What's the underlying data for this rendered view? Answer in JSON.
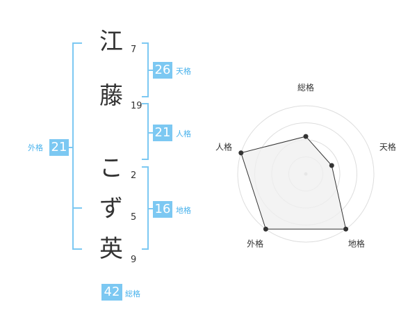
{
  "name": {
    "chars": [
      "江",
      "藤",
      "こ",
      "ず",
      "英"
    ],
    "strokes": [
      "7",
      "19",
      "2",
      "5",
      "9"
    ]
  },
  "fortune": {
    "tenkaku": {
      "value": "26",
      "label": "天格"
    },
    "jinkaku": {
      "value": "21",
      "label": "人格"
    },
    "chikaku": {
      "value": "16",
      "label": "地格"
    },
    "gaikaku": {
      "value": "21",
      "label": "外格"
    },
    "soukaku": {
      "value": "42",
      "label": "総格"
    }
  },
  "radar": {
    "axes": [
      "総格",
      "天格",
      "地格",
      "外格",
      "人格"
    ],
    "values": [
      0.55,
      0.4,
      1.0,
      1.0,
      1.0
    ],
    "rings": 4,
    "colors": {
      "ring": "#dddddd",
      "fill": "#efefef",
      "stroke": "#333333"
    }
  }
}
